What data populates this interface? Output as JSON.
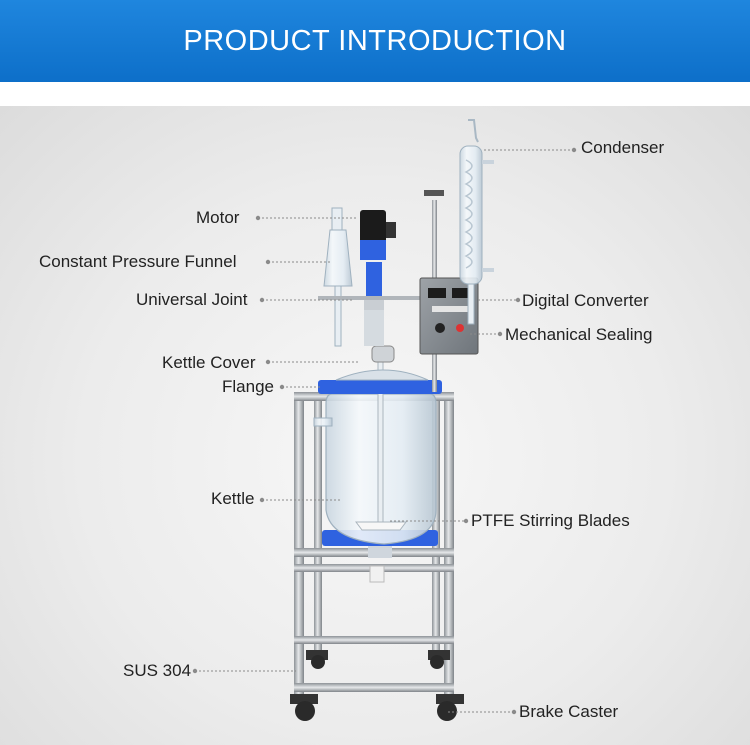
{
  "header": {
    "title": "PRODUCT  INTRODUCTION"
  },
  "labels": {
    "condenser": "Condenser",
    "motor": "Motor",
    "constant_pressure_funnel": "Constant Pressure Funnel",
    "universal_joint": "Universal Joint",
    "digital_converter": "Digital Converter",
    "mechanical_sealing": "Mechanical Sealing",
    "kettle_cover": "Kettle Cover",
    "flange": "Flange",
    "kettle": "Kettle",
    "ptfe_stirring_blades": "PTFE Stirring Blades",
    "sus_304": "SUS 304",
    "brake_caster": "Brake Caster"
  },
  "colors": {
    "banner": "#1a7fd8",
    "accent_blue": "#2f62e0",
    "steel": "#b9bdc2",
    "glass": "#dfe9f2"
  }
}
